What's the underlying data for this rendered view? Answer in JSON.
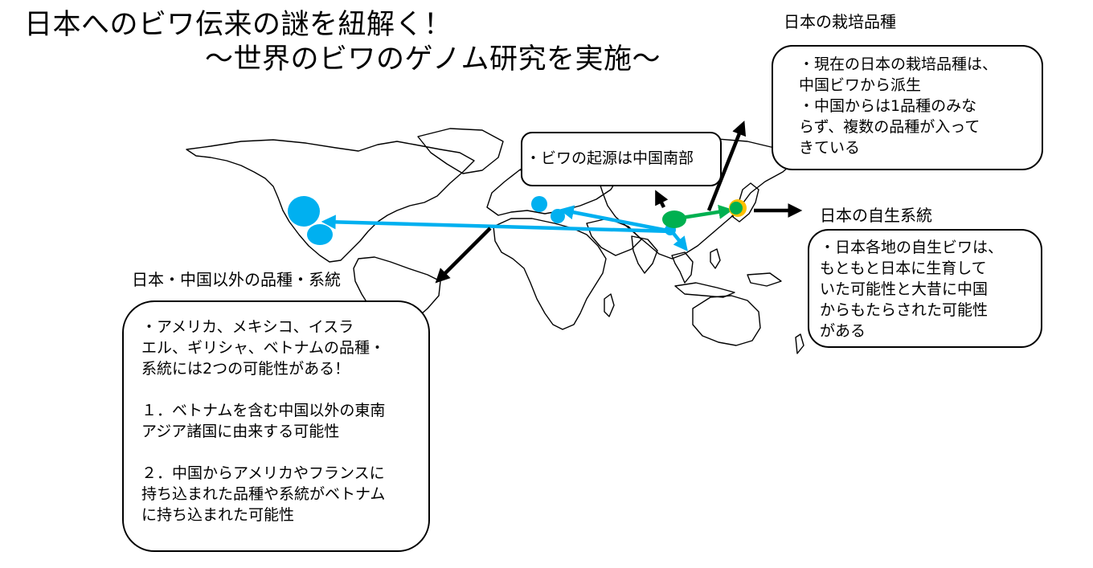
{
  "title": {
    "line1": "日本へのビワ伝来の謎を紐解く！",
    "line2": "〜世界のビワのゲノム研究を実施〜"
  },
  "colors": {
    "blue": "#00b0f0",
    "green": "#00b050",
    "yellow": "#ffc000",
    "black": "#000000"
  },
  "origin": {
    "text": "・ビワの起源は中国南部"
  },
  "cultivars": {
    "heading": "日本の栽培品種",
    "lines": [
      "・現在の日本の栽培品種は、",
      "中国ビワから派生",
      "・中国からは1品種のみな",
      "らず、複数の品種が入って",
      "きている"
    ]
  },
  "wild": {
    "heading": "日本の自生系統",
    "lines": [
      "・日本各地の自生ビワは、",
      "もともと日本に生育して",
      "いた可能性と大昔に中国",
      "からもたらされた可能性",
      "がある"
    ]
  },
  "others": {
    "heading": "日本・中国以外の品種・系統",
    "intro": [
      "・アメリカ、メキシコ、イスラ",
      "エル、ギリシャ、ベトナムの品種・",
      "系統には2つの可能性がある！"
    ],
    "point1": [
      "１．ベトナムを含む中国以外の東南",
      "アジア諸国に由来する可能性"
    ],
    "point2": [
      "２．中国からアメリカやフランスに",
      "持ち込まれた品種や系統がベトナム",
      "に持ち込まれた可能性"
    ]
  }
}
